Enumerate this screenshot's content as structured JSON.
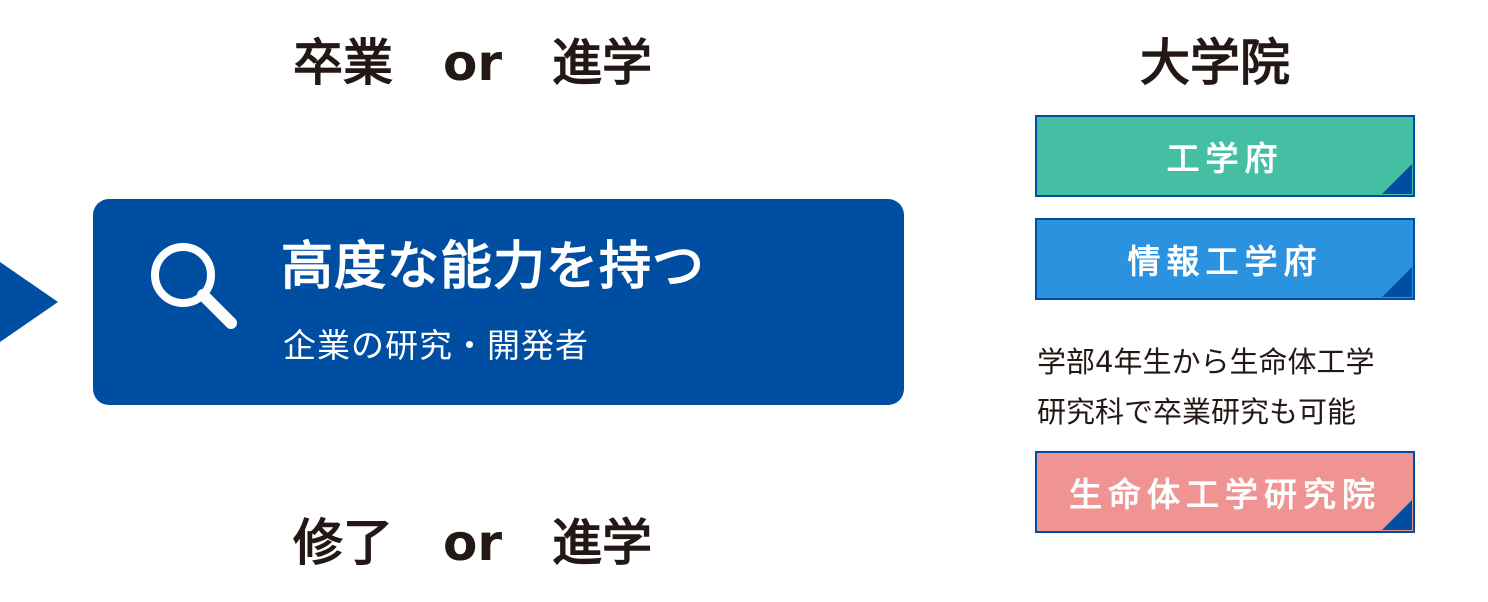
{
  "headings": {
    "top": "卒業　or　進学",
    "bottom": "修了　or　進学",
    "grad_school": "大学院"
  },
  "main_card": {
    "icon": "search-icon",
    "title": "高度な能力を持つ",
    "subtitle": "企業の研究・開発者"
  },
  "programs": [
    {
      "label": "工学府",
      "color": "#45bfa4"
    },
    {
      "label": "情報工学府",
      "color": "#2b92e0"
    },
    {
      "label": "生命体工学研究院",
      "color": "#ef9393"
    }
  ],
  "note": {
    "line1": "学部4年生から生命体工学",
    "line2": "研究科で卒業研究も可能"
  },
  "colors": {
    "primary_blue": "#004ea2",
    "text": "#231815"
  }
}
